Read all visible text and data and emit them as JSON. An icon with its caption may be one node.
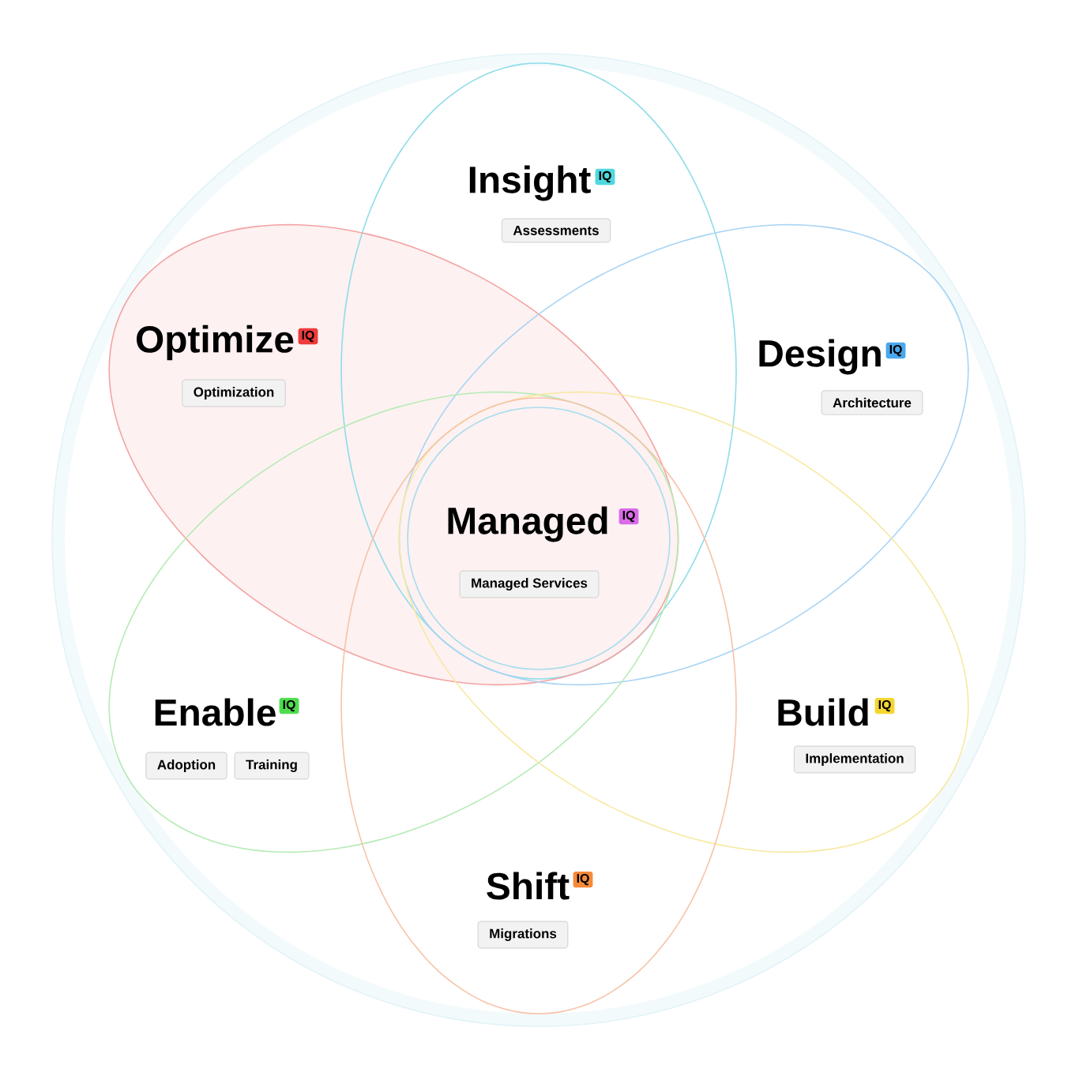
{
  "diagram": {
    "nodes": [
      {
        "text": [],
        "shape": "circle"
      },
      {
        "text": [
          "Insight",
          "IQ",
          "Assessments"
        ],
        "in": 0
      },
      {
        "text": [
          "Optimize",
          "IQ",
          "Optimization"
        ],
        "in": 0
      },
      {
        "text": [
          "Design",
          "IQ",
          "Architecture"
        ],
        "in": 0
      },
      {
        "text": [
          "Managed",
          "IQ",
          "Managed Services"
        ]
      },
      {
        "text": [
          "Enable",
          "IQ",
          "Adoption",
          "Training"
        ],
        "in": 0
      },
      {
        "text": [
          "Build",
          "IQ",
          "Implementation"
        ],
        "in": 0
      },
      {
        "text": [
          "Shift",
          "IQ",
          "Migrations"
        ],
        "in": 0
      }
    ]
  }
}
